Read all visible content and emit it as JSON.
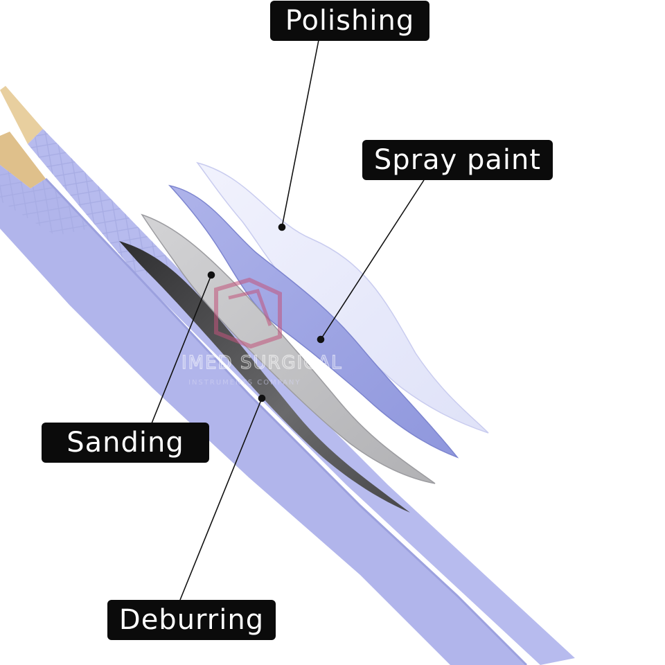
{
  "labels": {
    "polishing": "Polishing",
    "spray_paint": "Spray paint",
    "sanding": "Sanding",
    "deburring": "Deburring"
  },
  "watermark": {
    "brand": "IMED SURGICAL",
    "tagline": "INSTRUMENTS COMPANY"
  },
  "colors": {
    "tweezer_body": "#b4b8ec",
    "tweezer_edge": "#9ea3df",
    "tip_gold": "#e2c693",
    "layer_polishing": "#e7e9fb",
    "layer_spray_paint": "#9da4e3",
    "layer_sanding": "#c1c1c3",
    "layer_deburring": "#5b5b5d",
    "label_bg": "#0b0b0b",
    "label_text": "#ffffff"
  }
}
